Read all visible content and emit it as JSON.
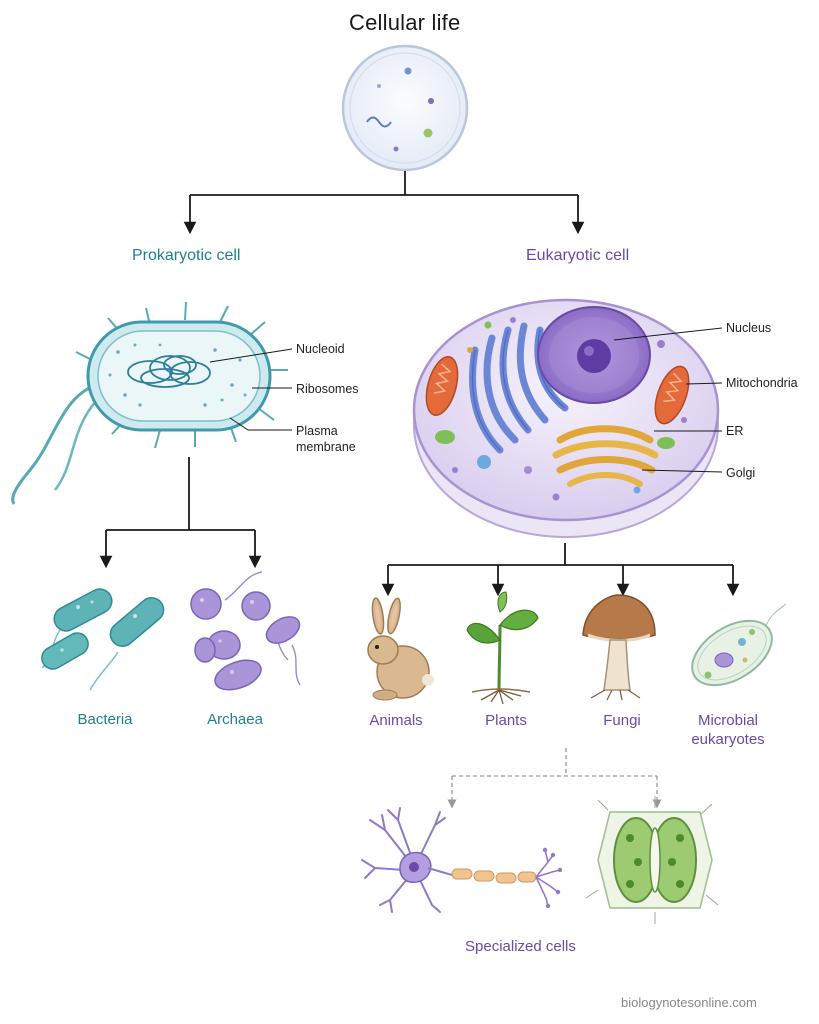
{
  "title": "Cellular life",
  "branches": {
    "prokaryotic": {
      "heading": "Prokaryotic cell",
      "parts": [
        "Nucleoid",
        "Ribosomes",
        "Plasma membrane"
      ],
      "children": [
        "Bacteria",
        "Archaea"
      ]
    },
    "eukaryotic": {
      "heading": "Eukaryotic cell",
      "parts": [
        "Nucleus",
        "Mitochondria",
        "ER",
        "Golgi"
      ],
      "children": [
        "Animals",
        "Plants",
        "Fungi",
        "Microbial eukaryotes"
      ]
    }
  },
  "specialized": "Specialized cells",
  "footer": "biologynotesonline.com",
  "colors": {
    "teal": "#1f7f91",
    "purple": "#6a4aa8",
    "line": "#1a1a1a",
    "dashed": "#999999"
  }
}
